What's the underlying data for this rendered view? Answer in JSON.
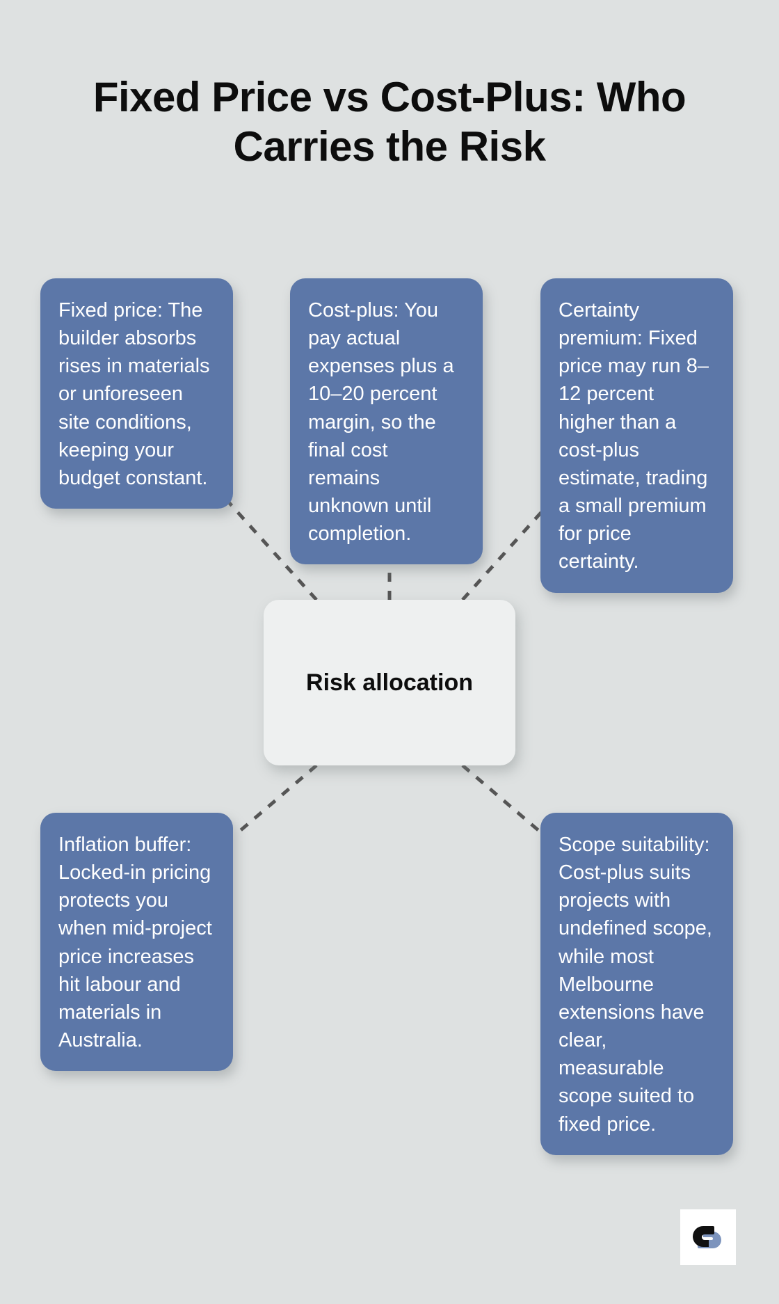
{
  "page": {
    "background_color": "#dee1e1",
    "title": "Fixed Price vs Cost-Plus: Who Carries the Risk"
  },
  "diagram": {
    "type": "hub-and-spoke",
    "center": {
      "label": "Risk allocation",
      "background_color": "#eef0f0",
      "text_color": "#0d0d0d"
    },
    "connector": {
      "style": "dashed",
      "color": "#555555"
    },
    "card_color": "#5c77a8",
    "card_text_color": "#ffffff",
    "nodes": [
      {
        "id": "fixed-price",
        "position": "top-left",
        "text": "Fixed price: The builder absorbs rises in materials or unforeseen site conditions, keeping your budget constant."
      },
      {
        "id": "cost-plus",
        "position": "top-center",
        "text": "Cost-plus: You pay actual expenses plus a 10–20 percent margin, so the final cost remains unknown until completion."
      },
      {
        "id": "certainty-premium",
        "position": "top-right",
        "text": "Certainty premium: Fixed price may run 8–12 percent higher than a cost-plus estimate, trading a small premium for price certainty."
      },
      {
        "id": "inflation-buffer",
        "position": "bottom-left",
        "text": "Inflation buffer: Locked-in pricing protects you when mid-project price increases hit labour and materials in Australia."
      },
      {
        "id": "scope-suitability",
        "position": "bottom-right",
        "text": "Scope suitability: Cost-plus suits projects with undefined scope, while most Melbourne extensions have clear, measurable scope suited to fixed price."
      }
    ]
  },
  "logo": {
    "name": "stylized-s-logo",
    "background_color": "#ffffff",
    "mark_dark_color": "#111111",
    "mark_accent_color": "#7d94bd"
  }
}
